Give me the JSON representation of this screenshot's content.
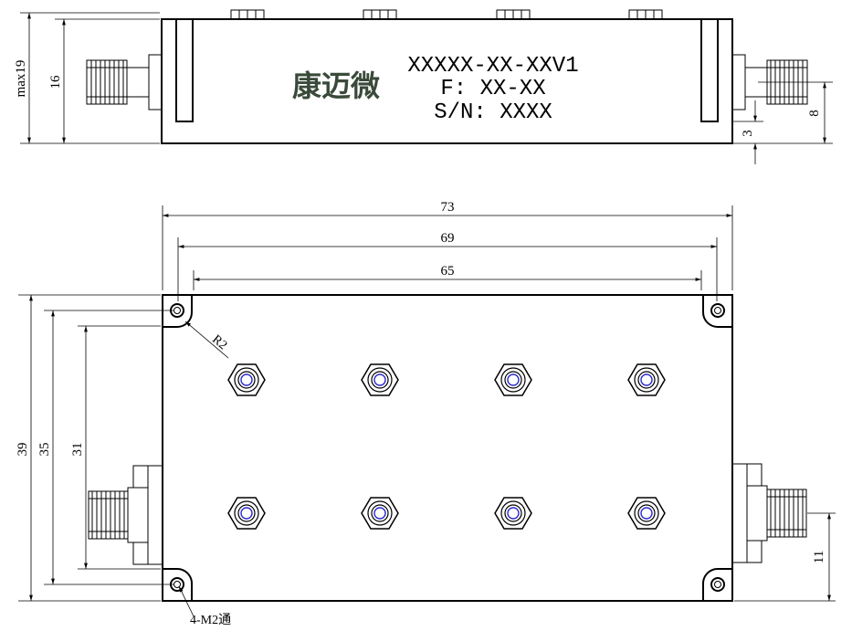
{
  "label": {
    "model": "XXXXX-XX-XXV1",
    "freq": "F: XX-XX",
    "serial": "S/N: XXXX",
    "brand": "康迈微"
  },
  "dimensions": {
    "max_height": "max19",
    "body_height": "16",
    "connector_offset": "8",
    "base_offset": "3",
    "overall_length": "73",
    "hole_pitch_length": "69",
    "inner_length": "65",
    "overall_width": "39",
    "hole_pitch_width": "35",
    "inner_width": "31",
    "side_connector_offset": "11",
    "corner_radius": "R2",
    "mount_holes": "4-M2通"
  },
  "colors": {
    "brand_text": "#3a4a3a",
    "stud_center": "#2b2bd0",
    "line": "#000000"
  }
}
